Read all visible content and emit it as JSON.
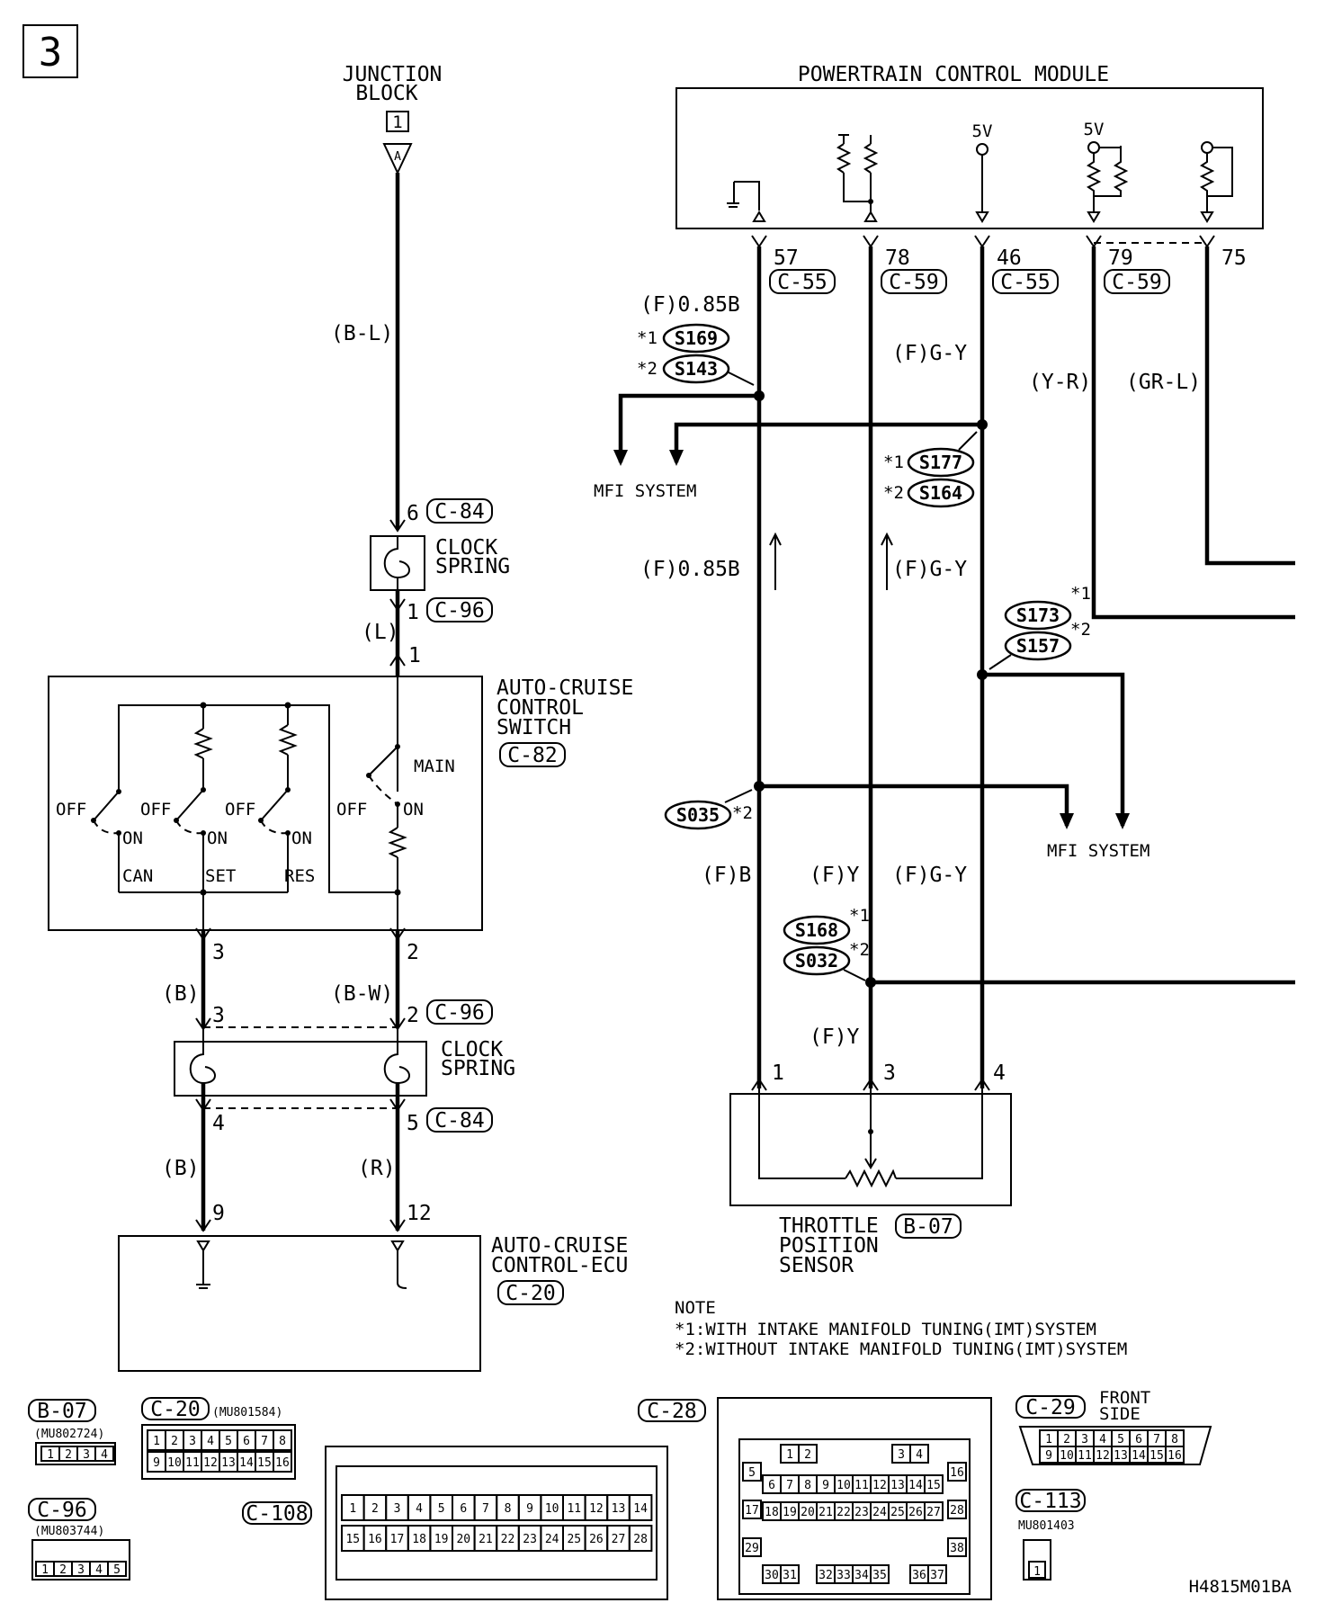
{
  "page_number": "3",
  "diagram_id": "H4815M01BA",
  "components": {
    "junction_block": {
      "line1": "JUNCTION",
      "line2": "BLOCK",
      "ref": "1",
      "pin": "A"
    },
    "pcm": {
      "title": "POWERTRAIN CONTROL MODULE",
      "v1": "5V",
      "v2": "5V"
    },
    "clock_spring_top": {
      "line1": "CLOCK",
      "line2": "SPRING"
    },
    "clock_spring_bottom": {
      "line1": "CLOCK",
      "line2": "SPRING"
    },
    "acc_switch": {
      "line1": "AUTO-CRUISE",
      "line2": "CONTROL",
      "line3": "SWITCH",
      "connector": "C-82",
      "off1": "OFF",
      "off2": "OFF",
      "off3": "OFF",
      "off4": "OFF",
      "on1": "ON",
      "on2": "ON",
      "on3": "ON",
      "on4": "ON",
      "main": "MAIN",
      "can": "CAN",
      "set": "SET",
      "res": "RES"
    },
    "acc_ecu": {
      "line1": "AUTO-CRUISE",
      "line2": "CONTROL-ECU",
      "connector": "C-20"
    },
    "tps": {
      "line1": "THROTTLE",
      "line2": "POSITION",
      "line3": "SENSOR",
      "connector": "B-07"
    }
  },
  "wires": {
    "jb_wire": "(B-L)",
    "l_wire": "(L)",
    "b_wire1": "(B)",
    "bw_wire": "(B-W)",
    "b_wire2": "(B)",
    "r_wire": "(R)",
    "pcm57_a": "(F)0.85B",
    "pcm57_b": "(F)0.85B",
    "pcm57_c": "(F)B",
    "pcm46_a": "(F)G-Y",
    "pcm46_b": "(F)G-Y",
    "pcm46_c": "(F)G-Y",
    "pcm78_a": "(F)Y",
    "pcm78_b": "(F)Y",
    "yr": "(Y-R)",
    "grl": "(GR-L)"
  },
  "pins": {
    "c84_6": "6",
    "c84_6_conn": "C-84",
    "c96_1": "1",
    "c96_1_conn": "C-96",
    "sw_1": "1",
    "sw_3": "3",
    "sw_2": "2",
    "c96_3": "3",
    "c96_2": "2",
    "c96_conn": "C-96",
    "c84_4": "4",
    "c84_5": "5",
    "c84_conn": "C-84",
    "ecu_9": "9",
    "ecu_12": "12",
    "p57": "57",
    "p57_conn": "C-55",
    "p78": "78",
    "p78_conn": "C-59",
    "p46": "46",
    "p46_conn": "C-55",
    "p79": "79",
    "p79_conn": "C-59",
    "p75": "75",
    "tps_1": "1",
    "tps_3": "3",
    "tps_4": "4"
  },
  "splices": {
    "s169": "S169",
    "s143": "S143",
    "s177": "S177",
    "s164": "S164",
    "s173": "S173",
    "s157": "S157",
    "s035": "S035",
    "s168": "S168",
    "s032": "S032",
    "mark1": "*1",
    "mark2": "*2"
  },
  "mfi": {
    "a": "MFI SYSTEM",
    "b": "MFI SYSTEM"
  },
  "note": {
    "title": "NOTE",
    "line1": "*1:WITH INTAKE MANIFOLD TUNING(IMT)SYSTEM",
    "line2": "*2:WITHOUT INTAKE MANIFOLD TUNING(IMT)SYSTEM"
  },
  "connectors": {
    "b07": {
      "name": "B-07",
      "part": "(MU802724)",
      "pins": [
        "1",
        "2",
        "3",
        "4"
      ]
    },
    "c20": {
      "name": "C-20",
      "part": "(MU801584)",
      "row1": [
        "1",
        "2",
        "3",
        "4",
        "5",
        "6",
        "7",
        "8"
      ],
      "row2": [
        "9",
        "10",
        "11",
        "12",
        "13",
        "14",
        "15",
        "16"
      ]
    },
    "c96": {
      "name": "C-96",
      "part": "(MU803744)",
      "pins": [
        "1",
        "2",
        "3",
        "4",
        "5"
      ]
    },
    "c108": {
      "name": "C-108",
      "row1": [
        "1",
        "2",
        "3",
        "4",
        "5",
        "6",
        "7",
        "8",
        "9",
        "10",
        "11",
        "12",
        "13",
        "14"
      ],
      "row2": [
        "15",
        "16",
        "17",
        "18",
        "19",
        "20",
        "21",
        "22",
        "23",
        "24",
        "25",
        "26",
        "27",
        "28"
      ]
    },
    "c28": {
      "name": "C-28",
      "top": [
        "1",
        "2",
        "3",
        "4"
      ],
      "left": [
        "5",
        "17",
        "29"
      ],
      "right": [
        "16",
        "28",
        "38"
      ],
      "mid": [
        "6",
        "7",
        "8",
        "9",
        "10",
        "11",
        "12",
        "13",
        "14",
        "15"
      ],
      "mid2": [
        "18",
        "19",
        "20",
        "21",
        "22",
        "23",
        "24",
        "25",
        "26",
        "27"
      ],
      "bot": [
        "30",
        "31",
        "32",
        "33",
        "34",
        "35",
        "36",
        "37"
      ]
    },
    "c29": {
      "name": "C-29",
      "front1": "FRONT",
      "front2": "SIDE",
      "row1": [
        "1",
        "2",
        "3",
        "4",
        "5",
        "6",
        "7",
        "8"
      ],
      "row2": [
        "9",
        "10",
        "11",
        "12",
        "13",
        "14",
        "15",
        "16"
      ]
    },
    "c113": {
      "name": "C-113",
      "part": "MU801403",
      "pin": "1"
    }
  }
}
